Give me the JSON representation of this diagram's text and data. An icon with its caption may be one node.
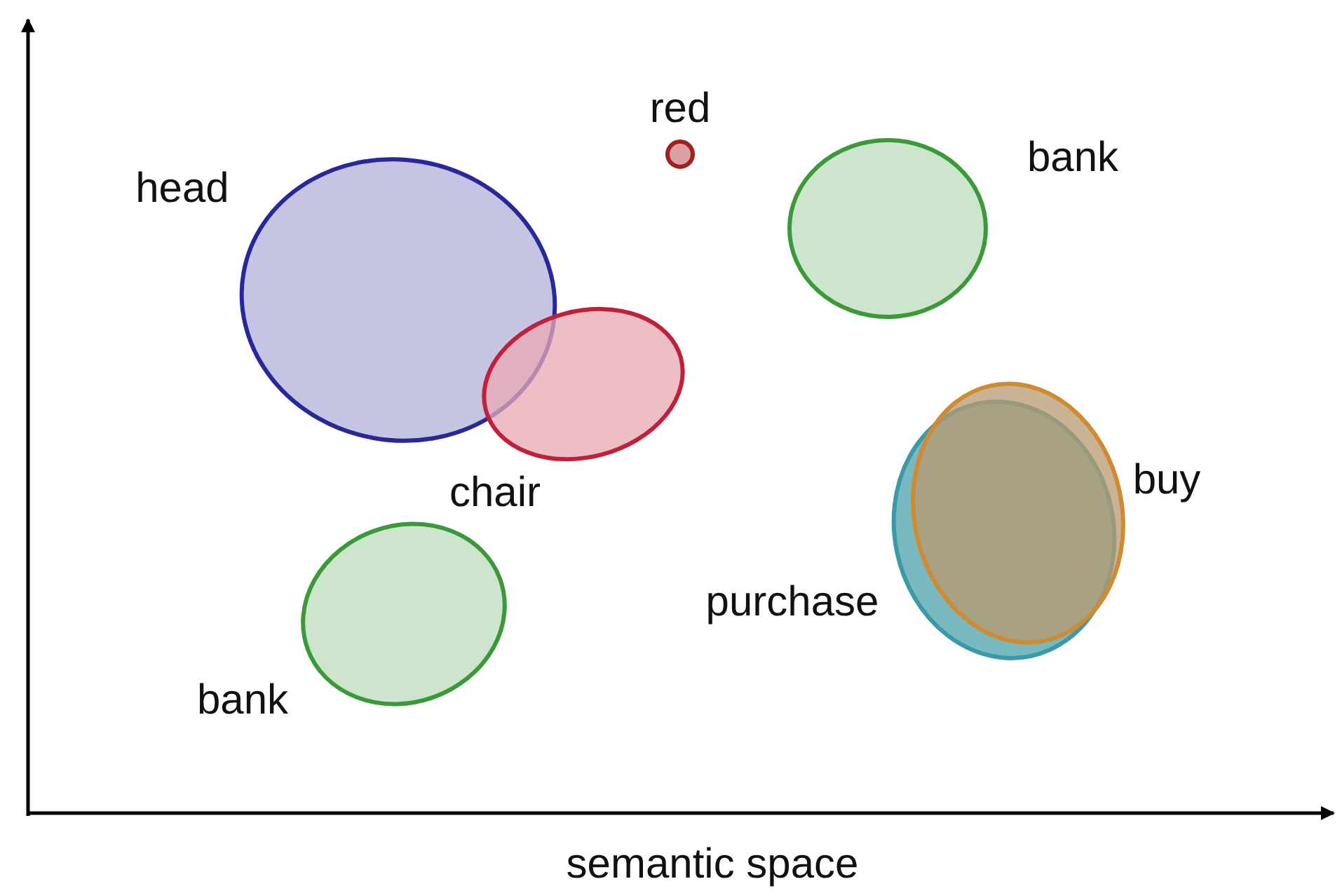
{
  "diagram": {
    "nodes": [
      {
        "text": [
          "red"
        ]
      },
      {
        "text": [
          "head"
        ]
      },
      {
        "text": [
          "bank"
        ]
      },
      {
        "text": [
          "chair"
        ]
      },
      {
        "text": [
          "buy"
        ]
      },
      {
        "text": [
          "purchase"
        ]
      },
      {
        "text": [
          "bank"
        ]
      }
    ],
    "labels": [
      "semantic space"
    ]
  }
}
